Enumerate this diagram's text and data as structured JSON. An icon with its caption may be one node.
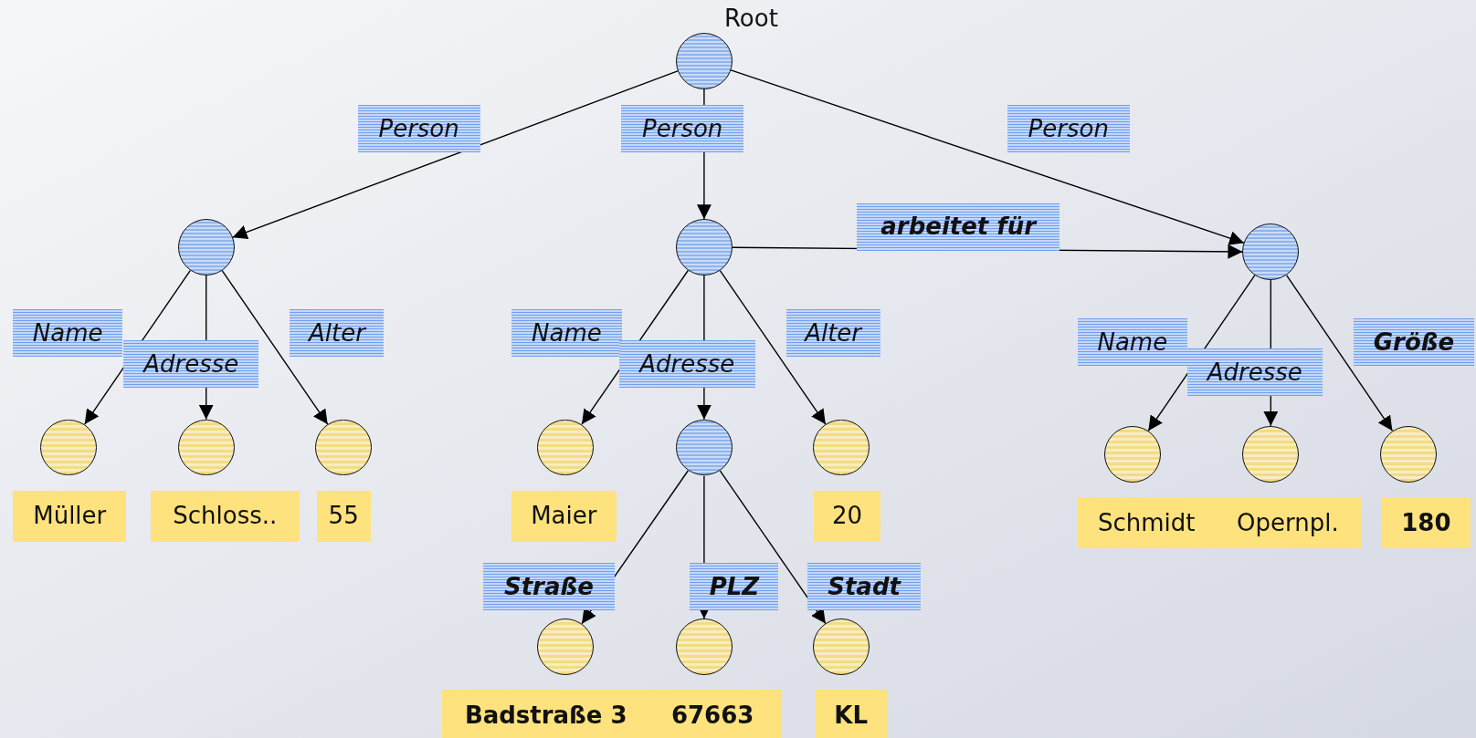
{
  "diagram": {
    "nodes": [
      {
        "text": [],
        "shape": "circle",
        "beside": [
          "Root"
        ]
      },
      {
        "text": [],
        "shape": "circle"
      },
      {
        "text": [],
        "shape": "circle"
      },
      {
        "text": [],
        "shape": "circle"
      },
      {
        "text": [],
        "shape": "circle",
        "beside": [
          "Müller"
        ]
      },
      {
        "text": [],
        "shape": "circle",
        "beside": [
          "Schloss.."
        ]
      },
      {
        "text": [],
        "shape": "circle",
        "beside": [
          "55"
        ]
      },
      {
        "text": [],
        "shape": "circle",
        "beside": [
          "Maier"
        ]
      },
      {
        "text": [],
        "shape": "circle"
      },
      {
        "text": [],
        "shape": "circle",
        "beside": [
          "20"
        ]
      },
      {
        "text": [],
        "shape": "circle",
        "beside": [
          "Badstraße 3"
        ]
      },
      {
        "text": [],
        "shape": "circle",
        "beside": [
          "67663"
        ]
      },
      {
        "text": [],
        "shape": "circle",
        "beside": [
          "KL"
        ]
      },
      {
        "text": [],
        "shape": "circle",
        "beside": [
          "Schmidt"
        ]
      },
      {
        "text": [],
        "shape": "circle",
        "beside": [
          "Opernpl."
        ]
      },
      {
        "text": [],
        "shape": "circle",
        "beside": [
          "180"
        ]
      }
    ],
    "edges": [
      {
        "from": 0,
        "to": 1,
        "arrow": "to",
        "label": "Person"
      },
      {
        "from": 0,
        "to": 2,
        "arrow": "to",
        "label": "Person"
      },
      {
        "from": 0,
        "to": 3,
        "arrow": "to",
        "label": "Person"
      },
      {
        "from": 2,
        "to": 3,
        "arrow": "to",
        "label": "arbeitet für"
      },
      {
        "from": 1,
        "to": 4,
        "arrow": "to",
        "label": "Name"
      },
      {
        "from": 1,
        "to": 5,
        "arrow": "to",
        "label": "Adresse"
      },
      {
        "from": 1,
        "to": 6,
        "arrow": "to",
        "label": "Alter"
      },
      {
        "from": 2,
        "to": 7,
        "arrow": "to",
        "label": "Name"
      },
      {
        "from": 2,
        "to": 8,
        "arrow": "to",
        "label": "Adresse"
      },
      {
        "from": 2,
        "to": 9,
        "arrow": "to",
        "label": "Alter"
      },
      {
        "from": 8,
        "to": 10,
        "arrow": "to",
        "label": "Straße"
      },
      {
        "from": 8,
        "to": 11,
        "arrow": "to",
        "label": "PLZ"
      },
      {
        "from": 8,
        "to": 12,
        "arrow": "to",
        "label": "Stadt"
      },
      {
        "from": 3,
        "to": 13,
        "arrow": "to",
        "label": "Name"
      },
      {
        "from": 3,
        "to": 14,
        "arrow": "to",
        "label": "Adresse"
      },
      {
        "from": 3,
        "to": 15,
        "arrow": "to",
        "label": "Größe"
      }
    ]
  }
}
